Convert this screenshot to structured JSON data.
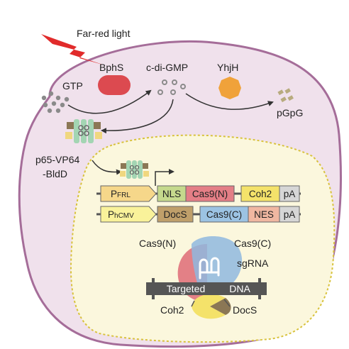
{
  "light": {
    "label": "Far-red light"
  },
  "enzymes": {
    "bphs": "BphS",
    "yhjh": "YhjH"
  },
  "metabolites": {
    "gtp": "GTP",
    "c_di_gmp": "c-di-GMP",
    "pgpg": "pGpG"
  },
  "transactivator": {
    "line1": "p65-VP64",
    "line2": "-BldD"
  },
  "construct1": {
    "promoter_main": "P",
    "promoter_sub": "FRL",
    "nls": "NLS",
    "cas9n": "Cas9(N)",
    "coh2": "Coh2",
    "pa": "pA"
  },
  "construct2": {
    "promoter_main": "P",
    "promoter_sub": "hCMV",
    "docs": "DocS",
    "cas9c": "Cas9(C)",
    "nes": "NES",
    "pa": "pA"
  },
  "complex": {
    "cas9n": "Cas9(N)",
    "cas9c": "Cas9(C)",
    "sgrna": "sgRNA",
    "dna_left": "Targeted",
    "dna_right": "DNA",
    "coh2": "Coh2",
    "docs": "DocS"
  },
  "colors": {
    "cell_fill": "#f0e1ec",
    "cell_stroke": "#a56d99",
    "nucleus_fill": "#fbf7dd",
    "nucleus_stroke": "#d8c23c",
    "bolt": "#e12b2b",
    "bphs": "#dc4a50",
    "yhjh": "#f0a23a",
    "pfrl": "#f6d78a",
    "nls": "#c5d98d",
    "cas9n": "#e47e86",
    "coh2": "#f4e26a",
    "pa": "#d6d6d6",
    "phcmv": "#f9f29a",
    "docs": "#bf9f6a",
    "cas9c": "#9cc3e3",
    "nes": "#f0b7a1"
  }
}
